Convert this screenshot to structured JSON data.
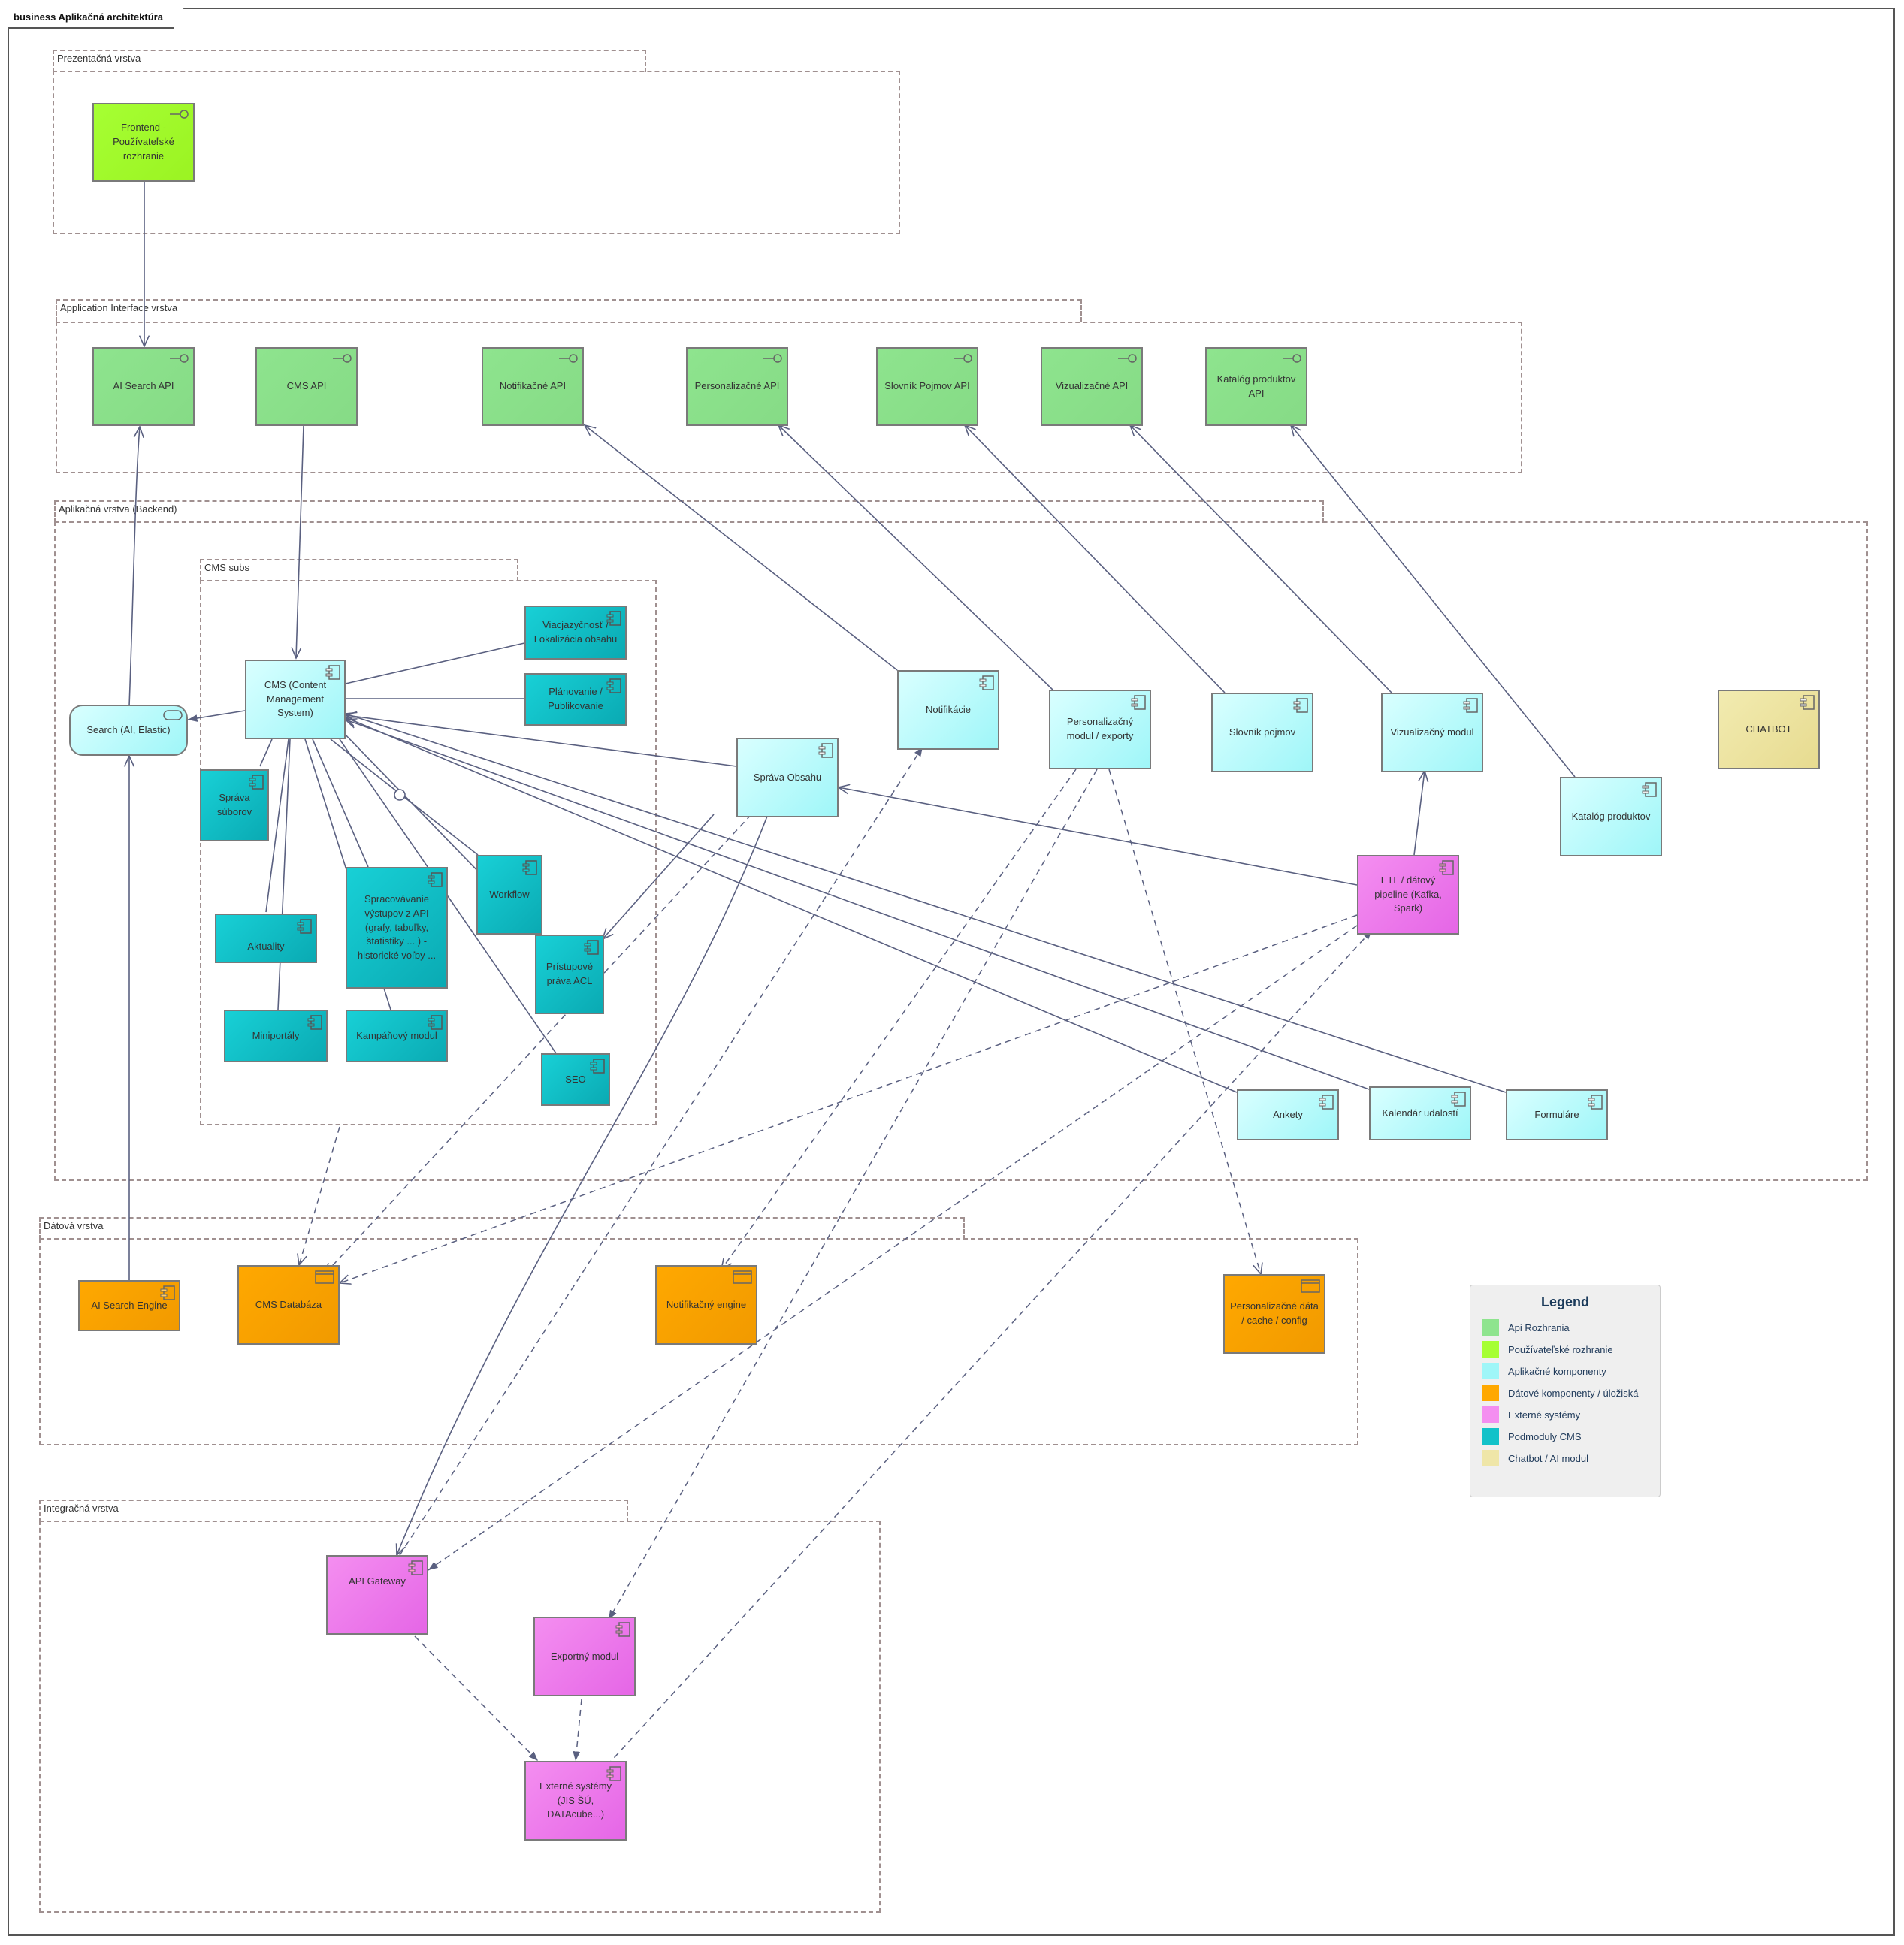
{
  "diagram_title": "business Aplikačná architektúra",
  "packages": {
    "presentation": "Prezentačná vrstva",
    "interface": "Application Interface vrstva",
    "backend": "Aplikačná vrstva (Backend)",
    "cms_subs": "CMS subs",
    "data": "Dátová vrstva",
    "integration": "Integračná vrstva"
  },
  "nodes": {
    "frontend": "Frontend - Používateľské rozhranie",
    "ai_search_api": "AI Search API",
    "cms_api": "CMS API",
    "notif_api": "Notifikačné API",
    "pers_api": "Personalizačné API",
    "slovnik_api": "Slovník Pojmov API",
    "viz_api": "Vizualizačné API",
    "katalog_api": "Katalóg produktov API",
    "search": "Search (AI, Elastic)",
    "cms": "CMS (Content Management System)",
    "viacjazycnost": "Viacjazyčnosť / Lokalizácia obsahu",
    "planovanie": "Plánovanie / Publikovanie",
    "sprava_suborov": "Správa súborov",
    "aktuality": "Aktuality",
    "spracovavanie": "Spracovávanie výstupov z API (grafy, tabuľky, štatistiky ... ) - historické voľby ...",
    "workflow": "Workflow",
    "pristupove": "Prístupové práva ACL",
    "miniportaly": "Miniportály",
    "kampanovy": "Kampáňový modul",
    "seo": "SEO",
    "sprava_obsahu": "Správa Obsahu",
    "notifikacie": "Notifikácie",
    "personalizacny": "Personalizačný modul / exporty",
    "slovnik": "Slovník pojmov",
    "vizualizacny": "Vizualizačný modul",
    "chatbot": "CHATBOT",
    "katalog": "Katalóg produktov",
    "etl": "ETL / dátový pipeline (Kafka, Spark)",
    "ankety": "Ankety",
    "kalendar": "Kalendár udalostí",
    "formulare": "Formuláre",
    "ai_search_engine": "AI Search Engine",
    "cms_db": "CMS Databáza",
    "notif_engine": "Notifikačný engine",
    "pers_data": "Personalizačné dáta / cache / config",
    "api_gateway": "API Gateway",
    "exportny": "Exportný modul",
    "externe": "Externé systémy (JIS ŠÚ, DATAcube...)"
  },
  "legend": {
    "title": "Legend",
    "items": [
      {
        "label": "Api Rozhrania",
        "color": "#8ee48e"
      },
      {
        "label": "Používateľské rozhranie",
        "color": "#a6ff33"
      },
      {
        "label": "Aplikačné komponenty",
        "color": "#9ff6f8"
      },
      {
        "label": "Dátové komponenty / úložiská",
        "color": "#ffa800"
      },
      {
        "label": "Externé systémy",
        "color": "#f48ef0"
      },
      {
        "label": "Podmoduly CMS",
        "color": "#12c2c9"
      },
      {
        "label": "Chatbot / AI modul",
        "color": "#efe6a8"
      }
    ]
  }
}
